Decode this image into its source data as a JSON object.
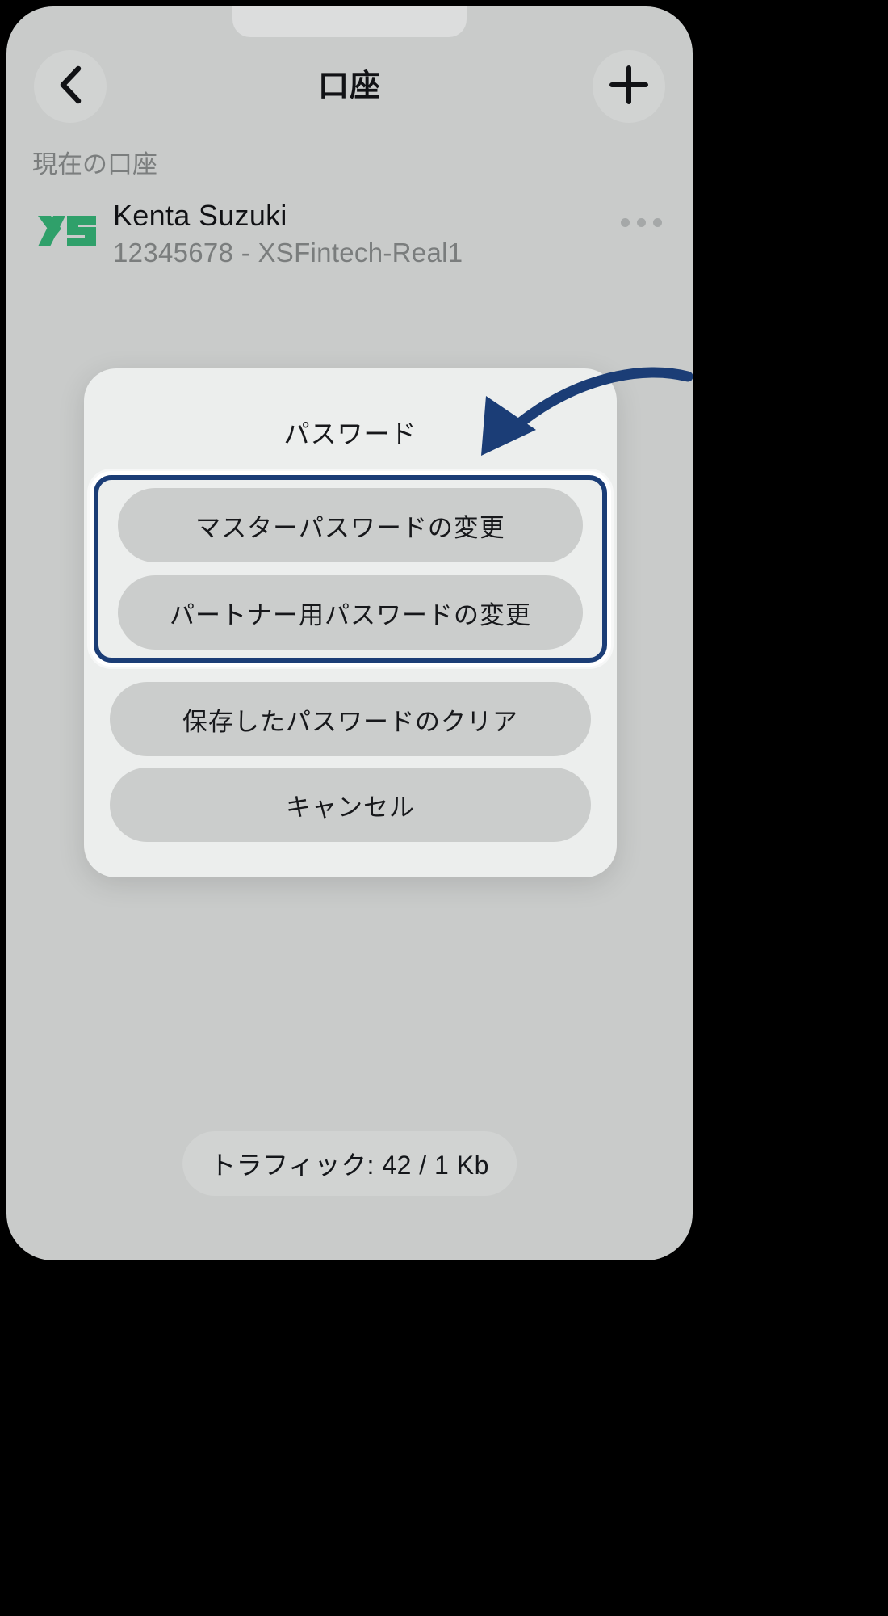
{
  "header": {
    "title": "口座",
    "back_icon": "chevron-left-icon",
    "add_icon": "plus-icon"
  },
  "accounts_section": {
    "label": "現在の口座",
    "items": [
      {
        "broker_logo": "XS",
        "name": "Kenta Suzuki",
        "detail": "12345678 - XSFintech-Real1",
        "more_icon": "ellipsis-icon"
      }
    ]
  },
  "action_sheet": {
    "title": "パスワード",
    "highlighted_options": [
      "マスターパスワードの変更",
      "パートナー用パスワードの変更"
    ],
    "options": [
      "保存したパスワードのクリア",
      "キャンセル"
    ]
  },
  "annotation": {
    "arrow_icon": "curved-arrow-icon",
    "highlight_color": "#1b3d76"
  },
  "status_bar": {
    "traffic": "トラフィック: 42 / 1 Kb"
  },
  "colors": {
    "screen_background": "#c9cbca",
    "sheet_background": "#eceeed",
    "button_background": "#cbcdcc",
    "brand_green": "#2fa06a",
    "accent_navy": "#1b3d76",
    "text_primary": "#17181b",
    "text_secondary": "#7a7d7d"
  }
}
